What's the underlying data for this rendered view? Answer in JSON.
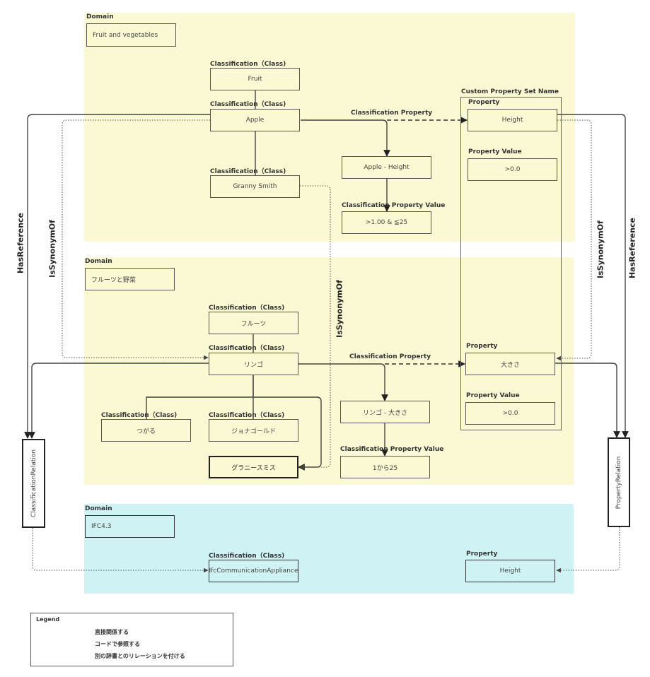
{
  "domains": {
    "top": {
      "title": "Domain",
      "name": "Fruit and vegetables"
    },
    "middle": {
      "title": "Domain",
      "name": "フルーツと野菜"
    },
    "bottom": {
      "title": "Domain",
      "name": "IFC4.3"
    }
  },
  "class_label": "Classification（Class)",
  "top": {
    "fruit": "Fruit",
    "apple": "Apple",
    "granny_smith": "Granny Smith",
    "classification_property_label": "Classification Property",
    "apple_height": "Apple - Height",
    "cpv_label": "Classification Property Value",
    "cpv": ">1.00 & ≦25"
  },
  "property_set": {
    "title": "Custom Property Set Name",
    "property_label": "Property",
    "property_value_label": "Property Value",
    "height": "Height",
    "height_value": ">0.0",
    "size": "大きさ",
    "size_value": ">0.0"
  },
  "middle": {
    "fruits": "フルーツ",
    "ringo": "リンゴ",
    "tsugaru": "つがる",
    "jonagold": "ジョナゴールド",
    "granny": "グラニースミス",
    "classification_property_label": "Classification Property",
    "ringo_size": "リンゴ - 大きさ",
    "cpv_label": "Classification Property Value",
    "cpv": "1から25"
  },
  "bottom": {
    "class_label": "Classification（Class)",
    "ifc_class": "IfcCommunicationAppliance",
    "property_label": "Property",
    "property": "Height"
  },
  "relations": {
    "classification_relation": "ClassificationRelation",
    "property_relation": "PropertyRelation",
    "has_reference": "HasReference",
    "is_synonym_of": "IsSynonymOf"
  },
  "legend": {
    "title": "Legend",
    "solid": "直接関係する",
    "dashed": "コードで参照する",
    "dotted": "別の辞書とのリレーションを付ける"
  }
}
